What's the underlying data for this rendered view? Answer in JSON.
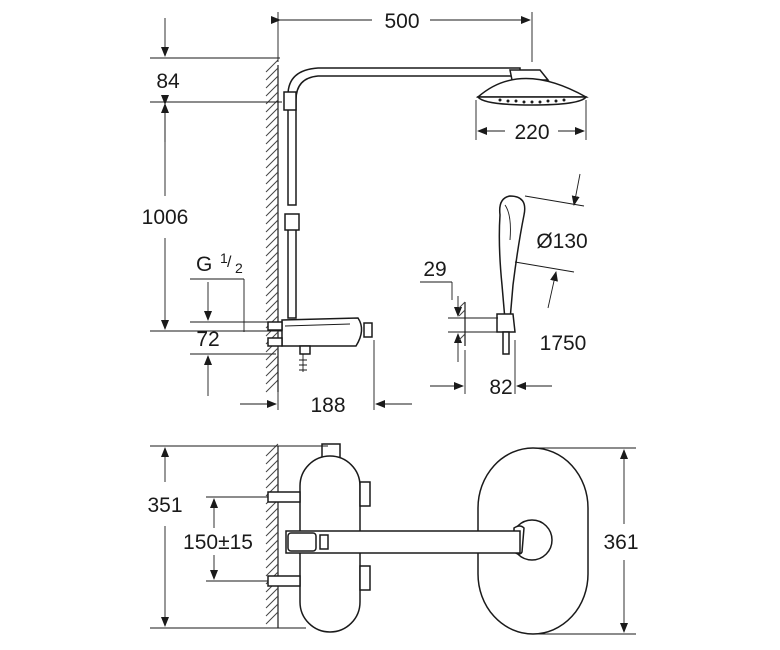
{
  "dimensions": {
    "arm_length": "500",
    "top_offset": "84",
    "overhead_diameter": "220",
    "height_total": "1006",
    "g_label": "G",
    "g_num": "1",
    "g_den": "2",
    "inlet_height": "72",
    "thermostat_depth": "188",
    "hand_diameter": "Ø130",
    "hand_wall_offset": "29",
    "hose_length": "1750",
    "holder_depth": "82",
    "thermostat_height": "351",
    "inlet_spacing": "150±15",
    "head_height": "361"
  },
  "colors": {
    "line": "#1a1a1a",
    "background": "#ffffff"
  }
}
